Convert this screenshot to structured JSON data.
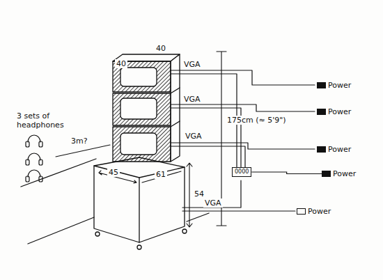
{
  "diagram": {
    "nodes": [
      {
        "text": [
          "0000"
        ]
      },
      {
        "text": [
          "Power"
        ]
      },
      {
        "text": [
          "Power"
        ]
      },
      {
        "text": [
          "Power"
        ]
      },
      {
        "text": [
          "Power"
        ]
      },
      {
        "text": [
          "Power"
        ]
      }
    ],
    "edges": [
      {
        "from": 0,
        "to": 4,
        "arrow": "none"
      }
    ],
    "labels": [
      "3 sets of headphones",
      "3m?",
      "40",
      "40",
      "VGA",
      "VGA",
      "VGA",
      "175cm (≈ 5'9\")",
      "45",
      "61",
      "54",
      "VGA"
    ]
  }
}
